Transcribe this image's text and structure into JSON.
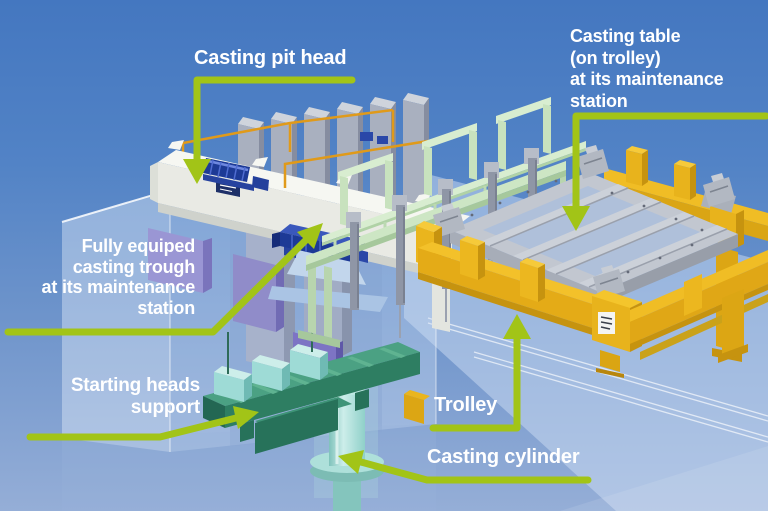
{
  "callouts": {
    "casting_pit_head": {
      "lines": [
        "Casting pit head"
      ]
    },
    "casting_table": {
      "lines": [
        "Casting table",
        "(on trolley)",
        "at its maintenance",
        "station"
      ]
    },
    "casting_trough": {
      "lines": [
        "Fully equiped",
        "casting trough",
        "at its maintenance",
        "station"
      ]
    },
    "starting_heads": {
      "lines": [
        "Starting heads",
        "support"
      ]
    },
    "trolley": {
      "lines": [
        "Trolley"
      ]
    },
    "casting_cylinder": {
      "lines": [
        "Casting cylinder"
      ]
    }
  },
  "colors": {
    "background_top": "#4477C0",
    "background_bottom": "#95AED7",
    "callout_arrow_green": "#A2C417",
    "callout_text": "#FFFFFF",
    "trolley_yellow": "#EAB51D",
    "table_gray": "#C2C7D0",
    "maintenance_frame_mint": "#CFE7C6",
    "trough_blue": "#1D3A96",
    "support_green": "#3F9478",
    "cylinder_teal": "#A8DCD6",
    "fin_gray": "#A9B0BF",
    "purple_tool": "#9A96D4",
    "railing_orange": "#E09A1A",
    "pit_head_white": "#F2F3EE"
  }
}
